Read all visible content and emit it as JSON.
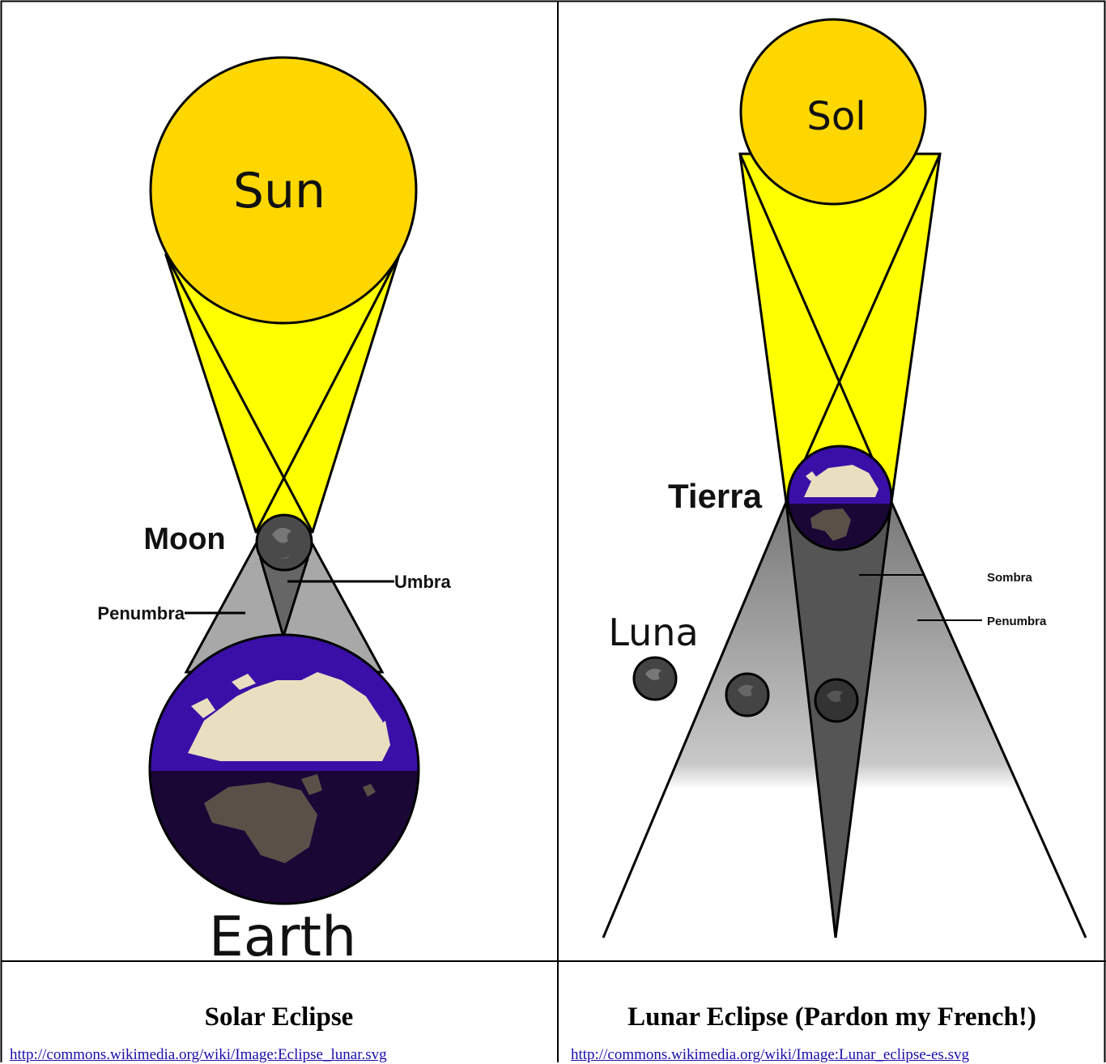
{
  "solar": {
    "title": "Solar Eclipse",
    "link": "http://commons.wikimedia.org/wiki/Image:Eclipse_lunar.svg",
    "labels": {
      "sun": "Sun",
      "moon": "Moon",
      "umbra": "Umbra",
      "penumbra": "Penumbra",
      "earth": "Earth"
    }
  },
  "lunar": {
    "title": "Lunar Eclipse (Pardon my French!)",
    "link": "http://commons.wikimedia.org/wiki/Image:Lunar_eclipse-es.svg",
    "labels": {
      "sun": "Sol",
      "earth": "Tierra",
      "umbra": "Sombra",
      "penumbra": "Penumbra",
      "moon": "Luna"
    }
  },
  "colors": {
    "sun": "#ffd700",
    "light_cone": "#ffff00",
    "earth_ocean": "#3a0fa8",
    "earth_night": "#1a0736",
    "land": "#e8dfc0",
    "moon": "#444444",
    "umbra": "#555555",
    "penumbra": "#a8a8a8",
    "link": "#1a0dab"
  }
}
